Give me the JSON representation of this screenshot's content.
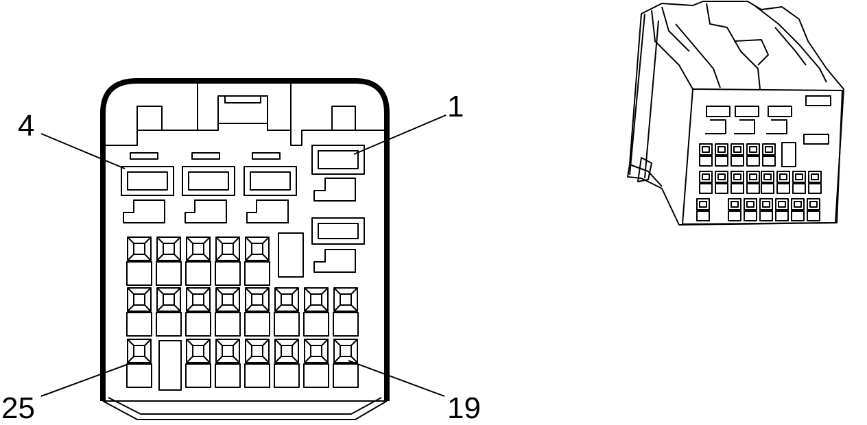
{
  "diagram": {
    "callouts": [
      {
        "id": "pin-1",
        "text": "1"
      },
      {
        "id": "pin-4",
        "text": "4"
      },
      {
        "id": "pin-19",
        "text": "19"
      },
      {
        "id": "pin-25",
        "text": "25"
      }
    ],
    "views": [
      "connector-face-view",
      "connector-isometric-view"
    ]
  },
  "style": {
    "stroke": "#000000",
    "fill": "#ffffff"
  }
}
